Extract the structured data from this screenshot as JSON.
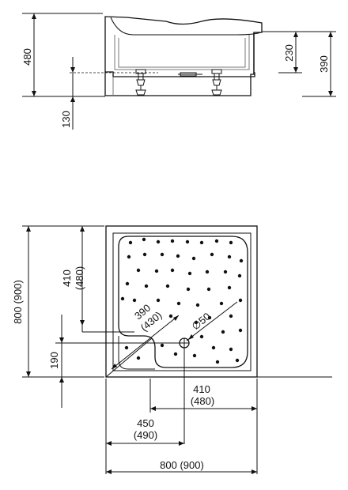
{
  "side_view": {
    "height_total": "480",
    "foot_height": "130",
    "rim_height": "230",
    "drain_height": "390"
  },
  "top_view": {
    "width": "800 (900)",
    "depth": "800 (900)",
    "drain_from_left_line1": "450",
    "drain_from_left_line2": "(490)",
    "drain_to_right_line1": "410",
    "drain_to_right_line2": "(480)",
    "drain_to_back_line1": "410",
    "drain_to_back_line2": "(480)",
    "corner_offset": "190",
    "radius_line1": "390",
    "radius_line2": "(430)",
    "drain_diameter": "∅50"
  }
}
